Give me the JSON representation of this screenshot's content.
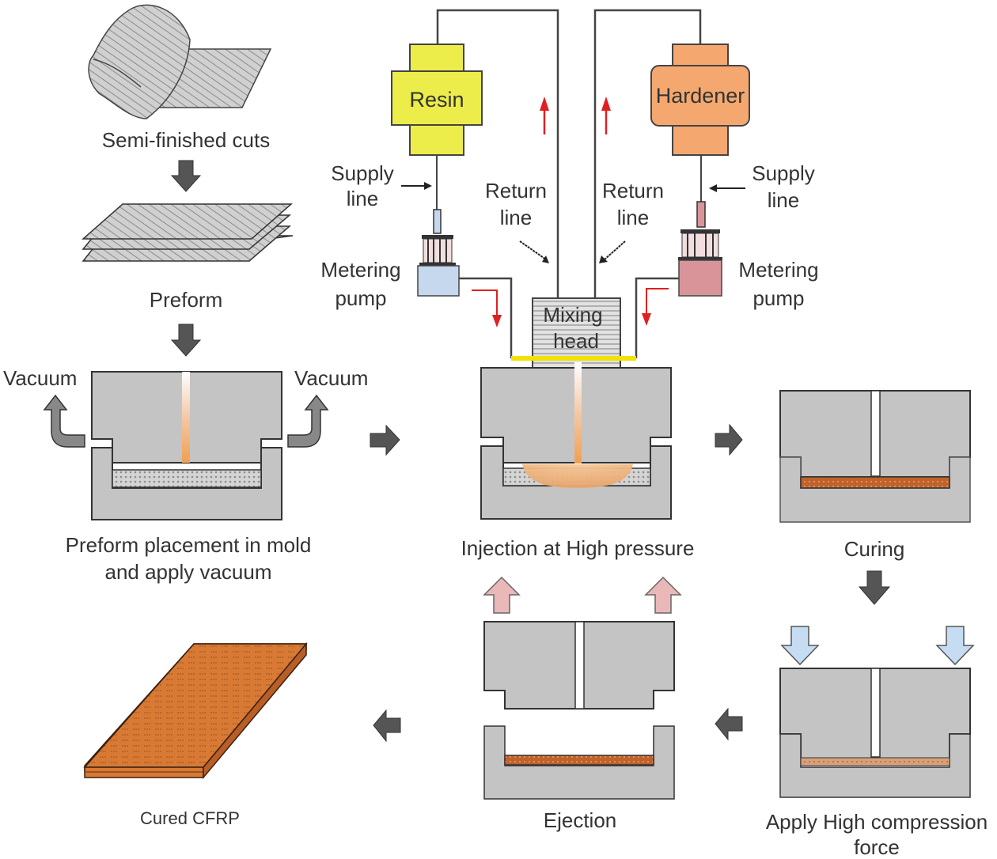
{
  "diagram": {
    "title": "High-pressure resin transfer molding (HP-RTM) process for CFRP",
    "labels": {
      "semi_finished": "Semi-finished cuts",
      "preform": "Preform",
      "vacuum_left": "Vacuum",
      "vacuum_right": "Vacuum",
      "preform_placement_line1": "Preform placement in mold",
      "preform_placement_line2": "and apply vacuum",
      "resin": "Resin",
      "hardener": "Hardener",
      "supply_line_left_1": "Supply",
      "supply_line_left_2": "line",
      "supply_line_right_1": "Supply",
      "supply_line_right_2": "line",
      "return_line_left_1": "Return",
      "return_line_left_2": "line",
      "return_line_right_1": "Return",
      "return_line_right_2": "line",
      "metering_pump_left_1": "Metering",
      "metering_pump_left_2": "pump",
      "metering_pump_right_1": "Metering",
      "metering_pump_right_2": "pump",
      "mixing_head_1": "Mixing",
      "mixing_head_2": "head",
      "injection": "Injection at High pressure",
      "curing": "Curing",
      "compression_line1": "Apply High compression",
      "compression_line2": "force",
      "ejection": "Ejection",
      "cured_cfrp": "Cured CFRP"
    },
    "colors": {
      "mold_gray": "#c4c4c4",
      "mold_edge": "#333333",
      "resin_yellow": "#ecec4a",
      "hardener_orange": "#f4a870",
      "pump_blue": "#c6d8ee",
      "pump_pink": "#d9949a",
      "flow_red": "#e02020",
      "arrow_dark": "#555555",
      "cfrp_orange": "#c8682a",
      "eject_arrow_pink": "#eab8b8",
      "press_arrow_blue": "#c6dcf2",
      "mixing_line_yellow": "#f2e200"
    }
  }
}
